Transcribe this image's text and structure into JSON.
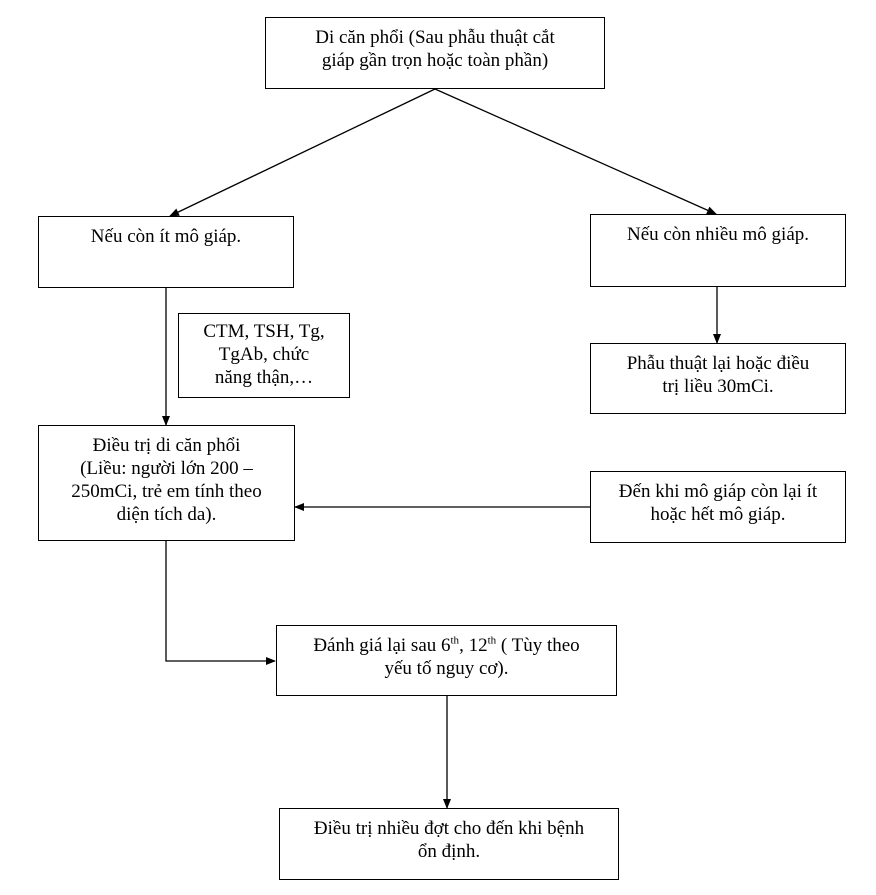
{
  "nodes": {
    "root": {
      "lines": [
        "Di căn phổi (Sau phẫu thuật cắt",
        "giáp gần trọn hoặc toàn phần)"
      ]
    },
    "left": {
      "lines": [
        "Nếu còn ít mô giáp."
      ]
    },
    "right": {
      "lines": [
        "Nếu còn nhiều mô giáp."
      ]
    },
    "tests": {
      "lines": [
        "CTM, TSH, Tg,",
        "TgAb, chức",
        "năng thận,…"
      ]
    },
    "surgery": {
      "lines": [
        "Phẫu thuật lại hoặc điều",
        "trị liều 30mCi."
      ]
    },
    "treatment": {
      "lines": [
        "Điều trị di căn phổi",
        "(Liều: người lớn 200 –",
        "250mCi, trẻ em tính theo",
        "diện tích da)."
      ]
    },
    "until": {
      "lines": [
        "Đến khi mô giáp còn lại ít",
        "hoặc hết mô giáp."
      ]
    },
    "reassess": {
      "line1": {
        "a": "Đánh giá lại sau 6",
        "sup1": "th",
        "b": ", 12",
        "sup2": "th",
        "c": " ( Tùy theo"
      },
      "line2": "yếu tố nguy cơ)."
    },
    "final": {
      "lines": [
        "Điều trị nhiều đợt cho đến khi bệnh",
        "ổn định."
      ]
    }
  },
  "colors": {
    "line": "#000000",
    "background": "#ffffff"
  }
}
